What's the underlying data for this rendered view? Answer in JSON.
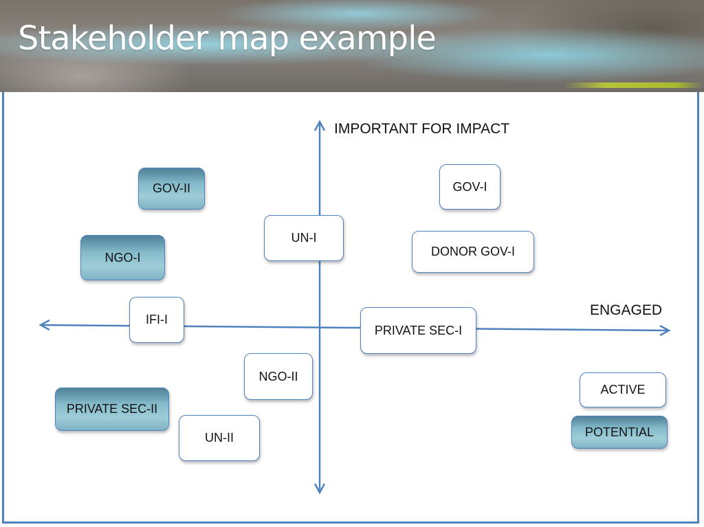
{
  "slide": {
    "title": "Stakeholder map example"
  },
  "axes": {
    "y_label": "IMPORTANT FOR IMPACT",
    "x_label": "ENGAGED",
    "color": "#4f81bd"
  },
  "stakeholders": [
    {
      "label": "GOV-II",
      "status": "potential",
      "quadrant": "top-left"
    },
    {
      "label": "NGO-I",
      "status": "potential",
      "quadrant": "top-left"
    },
    {
      "label": "UN-I",
      "status": "active",
      "quadrant": "top-center"
    },
    {
      "label": "GOV-I",
      "status": "active",
      "quadrant": "top-right"
    },
    {
      "label": "DONOR GOV-I",
      "status": "active",
      "quadrant": "top-right"
    },
    {
      "label": "IFI-I",
      "status": "active",
      "quadrant": "left-axis"
    },
    {
      "label": "PRIVATE SEC-I",
      "status": "active",
      "quadrant": "right-axis"
    },
    {
      "label": "NGO-II",
      "status": "active",
      "quadrant": "bottom-left"
    },
    {
      "label": "PRIVATE SEC-II",
      "status": "potential",
      "quadrant": "bottom-left"
    },
    {
      "label": "UN-II",
      "status": "active",
      "quadrant": "bottom-left"
    }
  ],
  "legend": {
    "active": "ACTIVE",
    "potential": "POTENTIAL"
  }
}
